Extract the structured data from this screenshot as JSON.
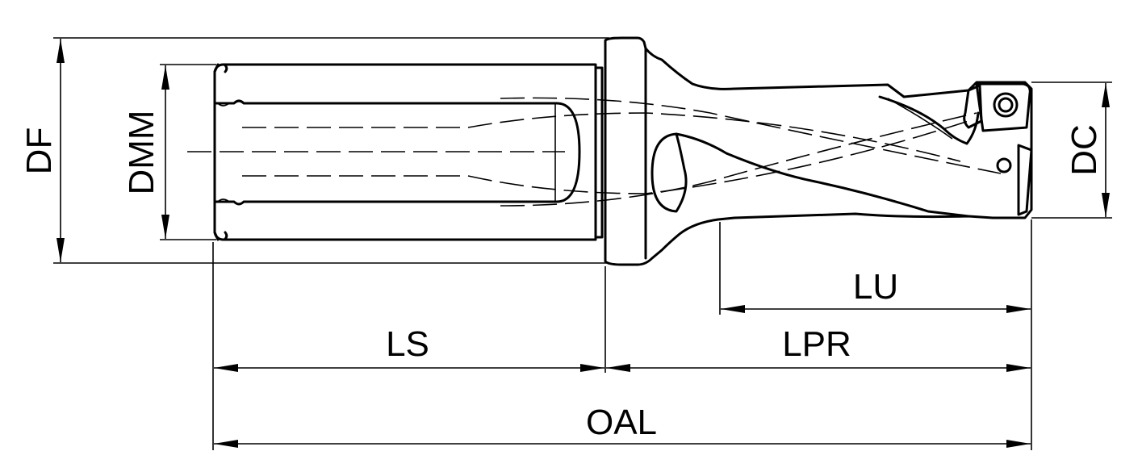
{
  "labels": {
    "df": "DF",
    "dmm": "DMM",
    "dc": "DC",
    "lu": "LU",
    "ls": "LS",
    "lpr": "LPR",
    "oal": "OAL"
  }
}
